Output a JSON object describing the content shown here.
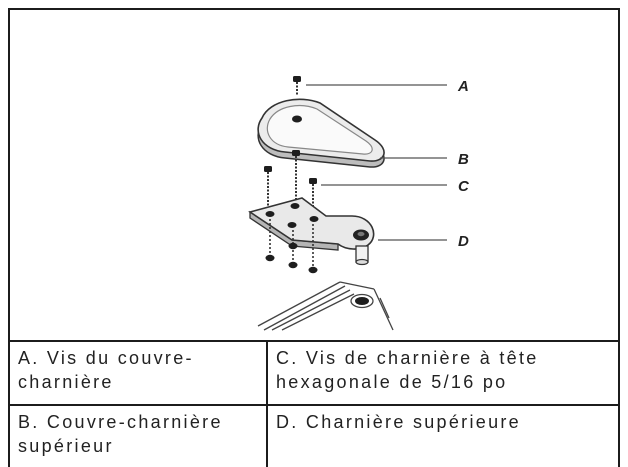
{
  "figure": {
    "callouts": [
      {
        "letter": "A"
      },
      {
        "letter": "B"
      },
      {
        "letter": "C"
      },
      {
        "letter": "D"
      }
    ]
  },
  "legend": {
    "rows": [
      {
        "left": "A. Vis du couvre-charnière",
        "right": "C. Vis de charnière à tête hexagonale de 5/16 po"
      },
      {
        "left": "B. Couvre-charnière supérieur",
        "right": "D. Charnière supérieure"
      }
    ]
  }
}
